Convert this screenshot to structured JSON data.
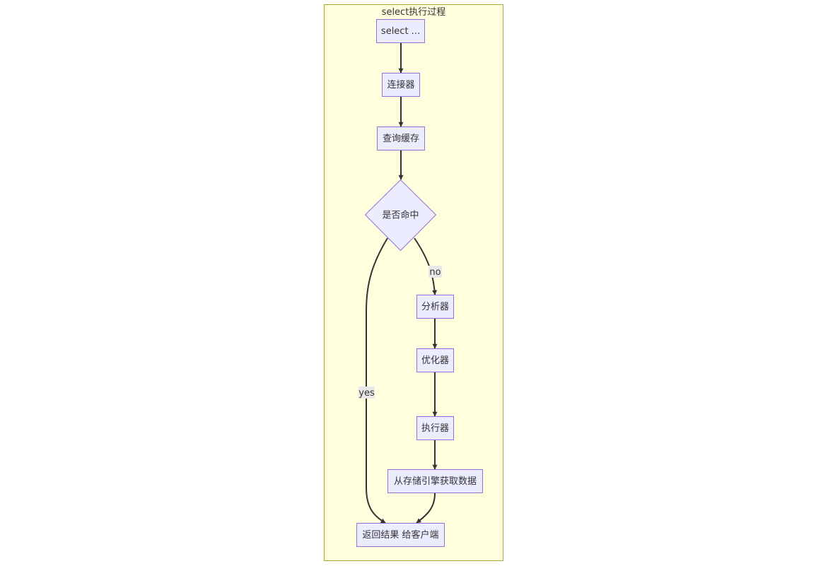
{
  "subgraph": {
    "title": "select执行过程"
  },
  "nodes": {
    "select": "select ...",
    "connector": "连接器",
    "query_cache": "查询缓存",
    "hit_decision": "是否命中",
    "analyzer": "分析器",
    "optimizer": "优化器",
    "executor": "执行器",
    "fetch_from_storage": "从存储引擎获取数据",
    "return_to_client": "返回结果 给客户端"
  },
  "edges": {
    "no_label": "no",
    "yes_label": "yes"
  },
  "colors": {
    "subgraph_fill": "#ffffde",
    "subgraph_stroke": "#aaaa33",
    "node_fill": "#ececff",
    "node_stroke": "#9370db",
    "edge_stroke": "#333333",
    "edge_label_bg": "#e8e8e8"
  }
}
